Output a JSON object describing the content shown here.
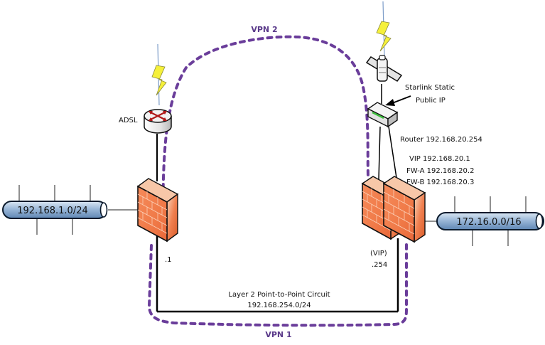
{
  "diagram": {
    "title": "Site-to-site network with dual VPN over ADSL/Starlink and Layer 2 circuit",
    "colors": {
      "vpn_line": "#6a3d9a",
      "firewall_face": "#f08050",
      "firewall_side": "#e06030",
      "network_pipe": "#9bb8d8",
      "lightning": "#f5f03a",
      "wire": "#000000"
    },
    "vpn_labels": {
      "vpn1": "VPN 1",
      "vpn2": "VPN 2"
    },
    "left_site": {
      "network_label": "192.168.1.0/24",
      "router_label": "ADSL",
      "firewall_ip_label": ".1",
      "icons": [
        "lightning-icon",
        "router-icon",
        "firewall-icon",
        "network-segment-icon"
      ]
    },
    "right_site": {
      "network_label": "172.16.0.0/16",
      "satellite_label_line1": "Starlink Static",
      "satellite_label_line2": "Public IP",
      "router_label": "Router 192.168.20.254",
      "vip_label": "VIP 192.168.20.1",
      "fwa_label": "FW-A 192.168.20.2",
      "fwb_label": "FW-B 192.168.20.3",
      "vip_lower_line1": "(VIP)",
      "vip_lower_line2": ".254",
      "icons": [
        "lightning-icon",
        "satellite-icon",
        "modem-icon",
        "firewall-a-icon",
        "firewall-b-icon",
        "network-segment-icon"
      ]
    },
    "circuit": {
      "label_line1": "Layer 2 Point-to-Point Circuit",
      "label_line2": "192.168.254.0/24"
    }
  }
}
